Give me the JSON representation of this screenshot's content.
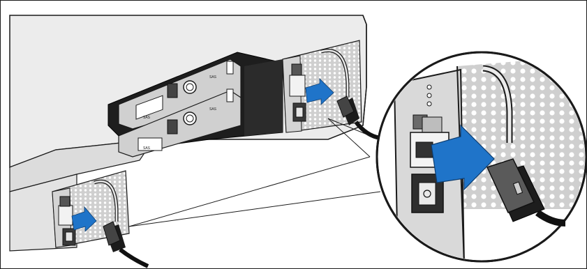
{
  "figure": {
    "colors": {
      "chassis_top": "#e9e9e9",
      "chassis_side": "#d6d6d6",
      "bay_dark": "#1e1e1e",
      "panel_gray": "#c8c8c8",
      "grille": "#bdbdbd",
      "arrow_blue": "#1f74c9",
      "outline": "#1a1a1a",
      "cable": "#111111"
    },
    "icons": [
      "power-supply-module",
      "controller-module",
      "power-cord",
      "insert-arrow",
      "magnifier-callout"
    ],
    "module_labels": {
      "top_port_left": "SAS",
      "top_port_right": "SAS",
      "bottom_port_left": "SAS",
      "bottom_port_right": "SAS"
    }
  }
}
